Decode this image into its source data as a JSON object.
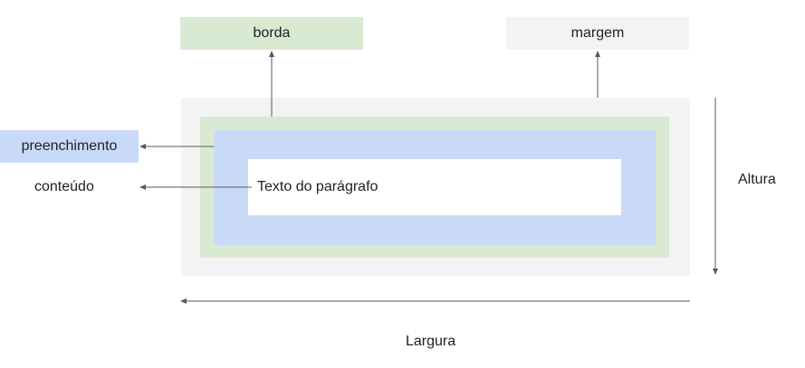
{
  "colors": {
    "margin": "#f3f3f3",
    "border": "#d9ead3",
    "padding": "#c9daf8",
    "content": "#ffffff",
    "arrow": "#595959"
  },
  "labels": {
    "border": "borda",
    "margin": "margem",
    "padding": "preenchimento",
    "content": "conteúdo",
    "paragraph_text": "Texto do parágrafo",
    "height": "Altura",
    "width": "Largura"
  }
}
